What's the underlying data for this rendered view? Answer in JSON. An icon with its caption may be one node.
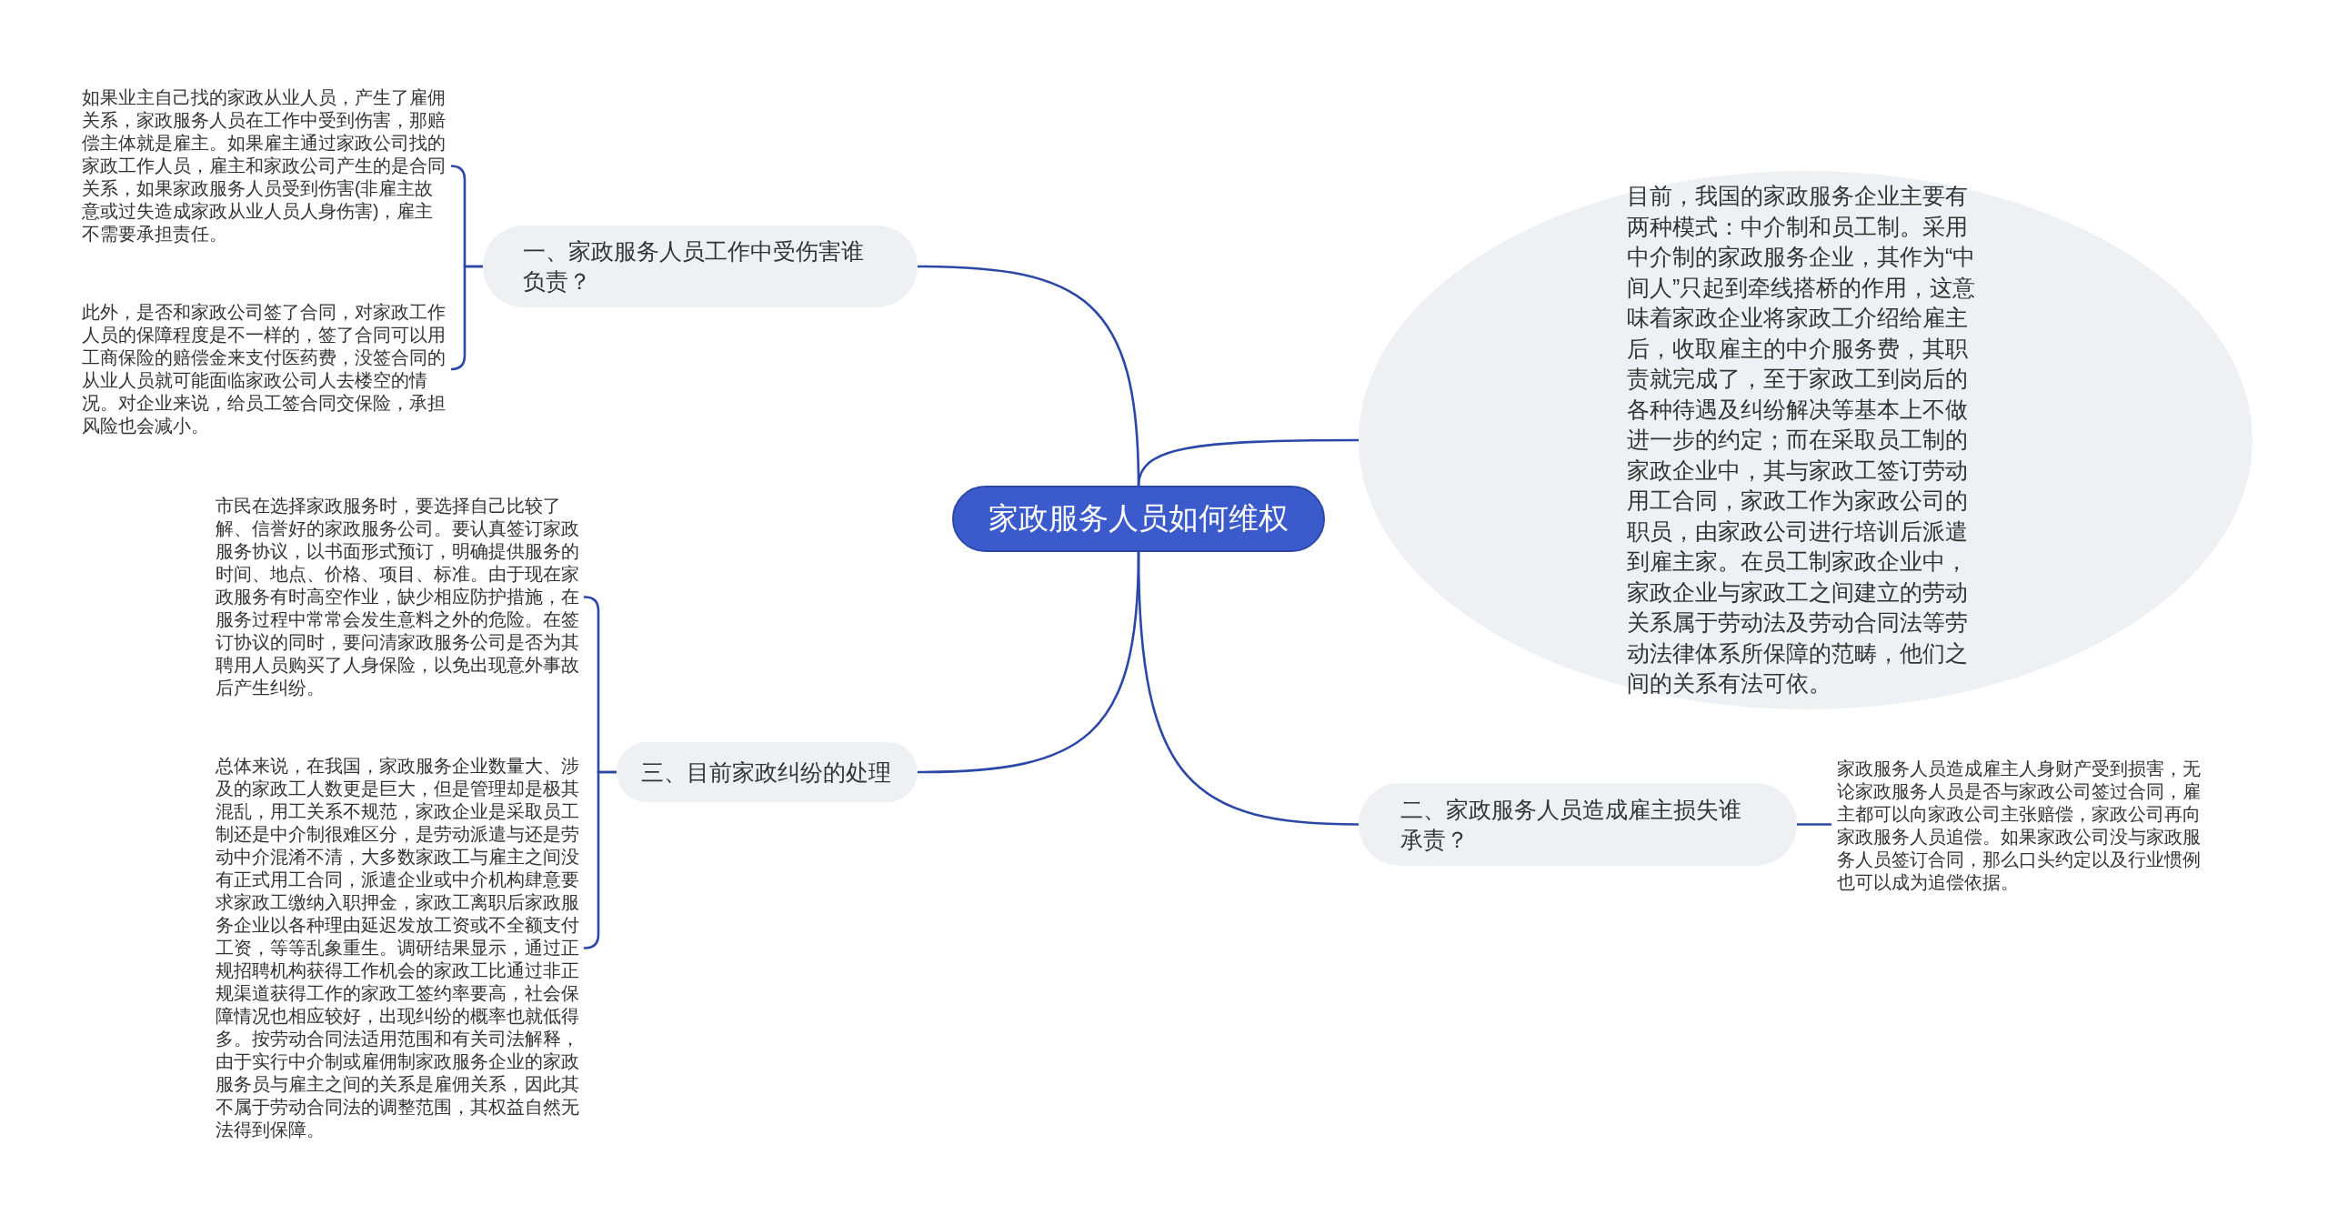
{
  "diagram": {
    "nodes": [
      {
        "text": [
          "家政服务人员如何维权"
        ]
      },
      {
        "text": [
          "一、家政服务人员工作中受伤害谁负责？"
        ]
      },
      {
        "text": [
          "如果业主自己找的家政从业人员，产生了雇佣关系，家政服务人员在工作中受到伤害，那赔偿主体就是雇主。如果雇主通过家政公司找的家政工作人员，雇主和家政公司产生的是合同关系，如果家政服务人员受到伤害(非雇主故意或过失造成家政从业人员人身伤害)，雇主不需要承担责任。"
        ]
      },
      {
        "text": [
          "此外，是否和家政公司签了合同，对家政工作人员的保障程度是不一样的，签了合同可以用工商保险的赔偿金来支付医药费，没签合同的从业人员就可能面临家政公司人去楼空的情况。对企业来说，给员工签合同交保险，承担风险也会减小。"
        ]
      },
      {
        "text": [
          "目前，我国的家政服务企业主要有两种模式：中介制和员工制。采用中介制的家政服务企业，其作为“中间人”只起到牵线搭桥的作用，这意味着家政企业将家政工介绍给雇主后，收取雇主的中介服务费，其职责就完成了，至于家政工到岗后的各种待遇及纠纷解决等基本上不做进一步的约定；而在采取员工制的家政企业中，其与家政工签订劳动用工合同，家政工作为家政公司的职员，由家政公司进行培训后派遣到雇主家。在员工制家政企业中，家政企业与家政工之间建立的劳动关系属于劳动法及劳动合同法等劳动法律体系所保障的范畴，他们之间的关系有法可依。"
        ]
      },
      {
        "text": [
          "三、目前家政纠纷的处理"
        ]
      },
      {
        "text": [
          "市民在选择家政服务时，要选择自己比较了解、信誉好的家政服务公司。要认真签订家政服务协议，以书面形式预订，明确提供服务的时间、地点、价格、项目、标准。由于现在家政服务有时高空作业，缺少相应防护措施，在服务过程中常常会发生意料之外的危险。在签订协议的同时，要问清家政服务公司是否为其聘用人员购买了人身保险，以免出现意外事故后产生纠纷。"
        ]
      },
      {
        "text": [
          "总体来说，在我国，家政服务企业数量大、涉及的家政工人数更是巨大，但是管理却是极其混乱，用工关系不规范，家政企业是采取员工制还是中介制很难区分，是劳动派遣与还是劳动中介混淆不清，大多数家政工与雇主之间没有正式用工合同，派遣企业或中介机构肆意要求家政工缴纳入职押金，家政工离职后家政服务企业以各种理由延迟发放工资或不全额支付工资，等等乱象重生。调研结果显示，通过正规招聘机构获得工作机会的家政工比通过非正规渠道获得工作的家政工签约率要高，社会保障情况也相应较好，出现纠纷的概率也就低得多。按劳动合同法适用范围和有关司法解释，由于实行中介制或雇佣制家政服务企业的家政服务员与雇主之间的关系是雇佣关系，因此其不属于劳动合同法的调整范围，其权益自然无法得到保障。"
        ]
      },
      {
        "text": [
          "二、家政服务人员造成雇主损失谁承责？"
        ]
      },
      {
        "text": [
          "家政服务人员造成雇主人身财产受到损害，无论家政服务人员是否与家政公司签过合同，雇主都可以向家政公司主张赔偿，家政公司再向家政服务人员追偿。如果家政公司没与家政服务人员签订合同，那么口头约定以及行业惯例也可以成为追偿依据。"
        ]
      }
    ],
    "edges": [
      {
        "from": 0,
        "to": 1,
        "arrow": "none"
      },
      {
        "from": 1,
        "to": 2,
        "arrow": "none"
      },
      {
        "from": 1,
        "to": 3,
        "arrow": "none"
      },
      {
        "from": 0,
        "to": 4,
        "arrow": "none"
      },
      {
        "from": 0,
        "to": 5,
        "arrow": "none"
      },
      {
        "from": 5,
        "to": 6,
        "arrow": "none"
      },
      {
        "from": 5,
        "to": 7,
        "arrow": "none"
      },
      {
        "from": 0,
        "to": 8,
        "arrow": "none"
      },
      {
        "from": 8,
        "to": 9,
        "arrow": "none"
      }
    ]
  }
}
